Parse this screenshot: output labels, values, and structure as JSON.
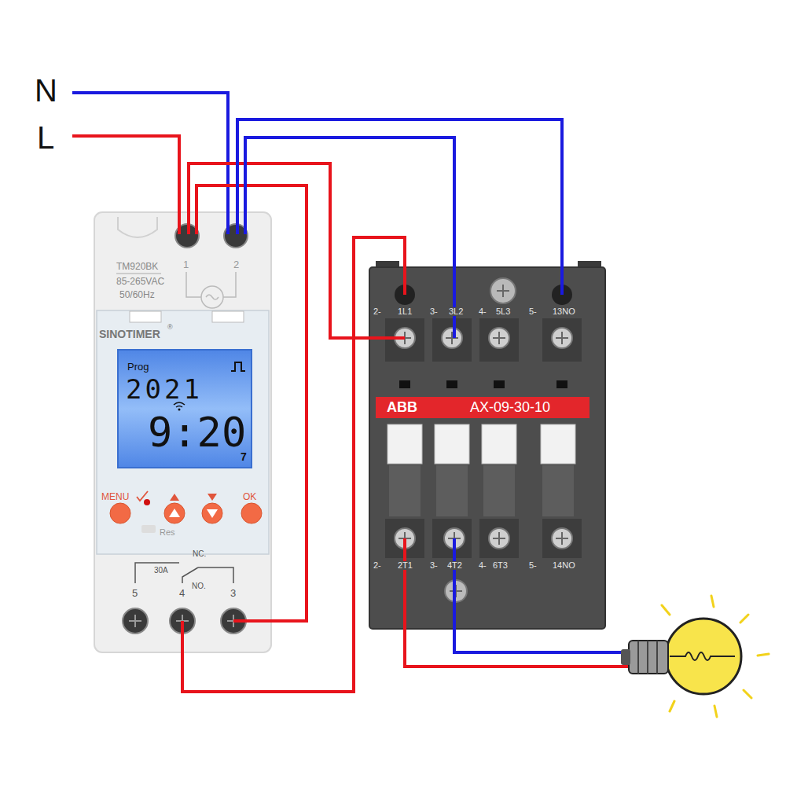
{
  "diagram": {
    "nodes": [
      {
        "text": [
          "TM920BK",
          "85-265VAC",
          "50/60Hz",
          "1",
          "2",
          "SINOTIMER",
          "®",
          "MENU",
          "OK",
          "Res",
          "NC.",
          "30A",
          "NO.",
          "5",
          "4",
          "3"
        ]
      },
      {
        "text": [
          "Prog",
          "2021",
          "9:20",
          "7"
        ],
        "in": 0
      },
      {
        "text": [
          "2-",
          "1L1",
          "3-",
          "3L2",
          "4-",
          "5L3",
          "5-",
          "13NO",
          "2-",
          "2T1",
          "3-",
          "4T2",
          "4-",
          "6T3",
          "5-",
          "14NO"
        ]
      },
      {
        "text": [
          "ABB",
          "AX-09-30-10"
        ],
        "in": 2
      }
    ],
    "edges": [
      {
        "from": 0,
        "to": 2,
        "arrow": "none"
      },
      {
        "from": 0,
        "to": 2,
        "arrow": "none"
      },
      {
        "from": 0,
        "to": 2,
        "arrow": "none"
      },
      {
        "from": 0,
        "to": 2,
        "arrow": "none"
      }
    ],
    "labels": [
      "N",
      "L"
    ]
  }
}
